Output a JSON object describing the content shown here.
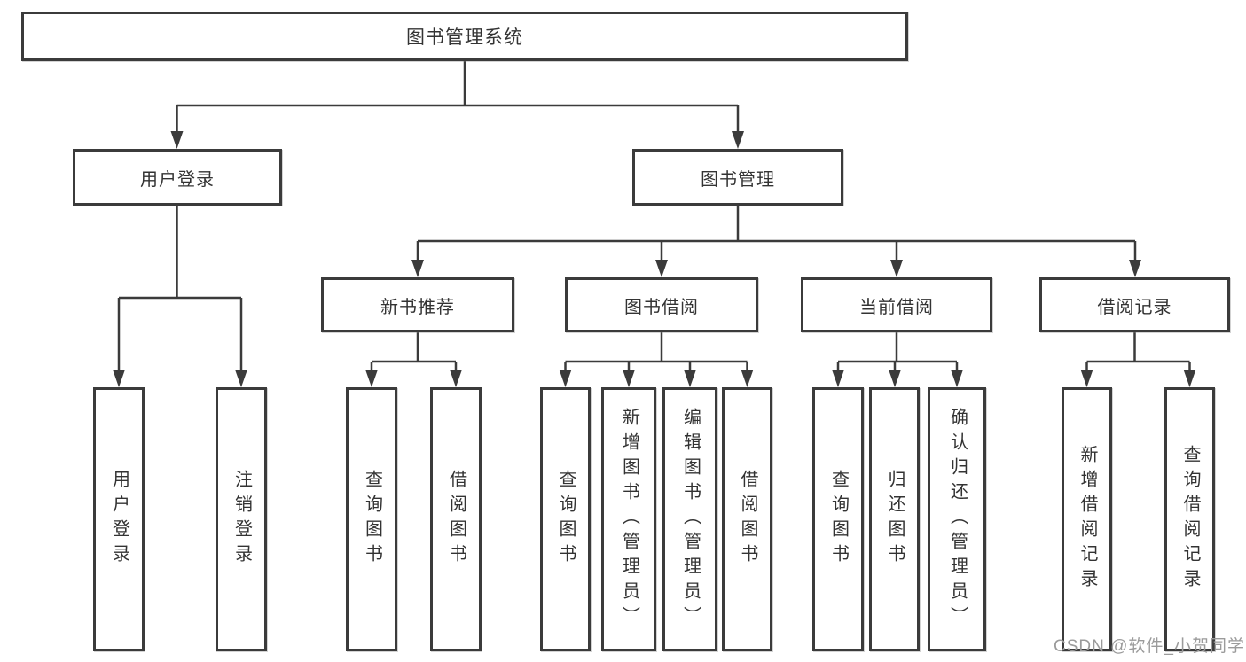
{
  "diagram_type": "hierarchy-tree",
  "tree": {
    "label": "图书管理系统",
    "children": [
      {
        "label": "用户登录",
        "children": [
          "用户登录",
          "注销登录"
        ]
      },
      {
        "label": "图书管理",
        "children": [
          {
            "label": "新书推荐",
            "children": [
              "查询图书",
              "借阅图书"
            ]
          },
          {
            "label": "图书借阅",
            "children": [
              "查询图书",
              "新增图书（管理员）",
              "编辑图书（管理员）",
              "借阅图书"
            ]
          },
          {
            "label": "当前借阅",
            "children": [
              "查询图书",
              "归还图书",
              "确认归还（管理员）"
            ]
          },
          {
            "label": "借阅记录",
            "children": [
              "新增借阅记录",
              "查询借阅记录"
            ]
          }
        ]
      }
    ]
  },
  "watermark": {
    "text": "CSDN @软件_小贺同学"
  },
  "colors": {
    "line": "#3b3b3b",
    "text": "#333333",
    "background": "#ffffff",
    "watermark": "#9b9b9b"
  }
}
